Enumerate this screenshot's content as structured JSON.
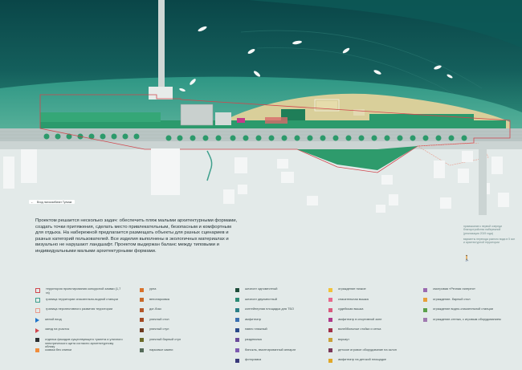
{
  "map_label": "Вход льнокомбинат Тульма",
  "description": "Проектом решается несколько задач: обеспечить пляж малыми архитектурными формами, создать точки притяжения, сделать место привлекательным, безопасным и комфортным для отдыха. На набережной предлагается размещать объекты для разных сценариев и разных категорий пользователей. Все изделия выполнены в экологичных материалах и визуально не нарушают ландшафт. Проектом выдержан баланс между типовыми и индивидуальными малыми архитектурными формами.",
  "side_notes": {
    "note1": "примыкание к первой очереди благоустройства набережной (реализация 2019 года)",
    "note2": "варианты перехода разного вида в 5 зон и архитектурной территории"
  },
  "colors": {
    "sea_deep": "#0b4f52",
    "sea_mid": "#1a706c",
    "sea_shallow": "#3fa08d",
    "sand": "#d9cf9a",
    "greenery": "#2b9a6c",
    "promenade": "#b9c5c4",
    "buildings": "#f3f5f5",
    "boundary": "#d0474e"
  },
  "legend": [
    {
      "icon": "outline-red-square",
      "color": "#d0474e",
      "label": "территория проектирования конкурсной заявки (1,7 га)"
    },
    {
      "icon": "outline-teal-square",
      "color": "#3fa08d",
      "label": "граница территории спасательно-водной станции"
    },
    {
      "icon": "outline-salmon-square",
      "color": "#e99a8c",
      "label": "граница перспективного развития территории"
    },
    {
      "icon": "blue-triangle",
      "color": "#1f74c9",
      "label": "желой вход"
    },
    {
      "icon": "red-triangle",
      "color": "#d0474e",
      "label": "заезд на участок"
    },
    {
      "icon": "black-square",
      "color": "#2b2f31",
      "label": "отделка фасадов существующего туалета и уличного электрического щита согласно архитектурному облику"
    },
    {
      "icon": "orange-square",
      "color": "#f08d3c",
      "label": "скамья без спинки"
    },
    {
      "icon": "dark-orange-square",
      "color": "#d9722b",
      "label": "урна"
    },
    {
      "icon": "brown-orange-square",
      "color": "#c96a2a",
      "label": "велопарковка"
    },
    {
      "icon": "deep-orange-square",
      "color": "#b4582a",
      "label": "дог-бокс"
    },
    {
      "icon": "rust-square",
      "color": "#a34a24",
      "label": "уличный стол"
    },
    {
      "icon": "dark-brown-square",
      "color": "#6e3a20",
      "label": "уличный стул"
    },
    {
      "icon": "olive-square",
      "color": "#6b6b2a",
      "label": "уличный барный стул"
    },
    {
      "icon": "grey-green-square",
      "color": "#556b5a",
      "label": "парковые камни"
    },
    {
      "icon": "forest-square",
      "color": "#1f4d3a",
      "label": "шезлонг одноместный"
    },
    {
      "icon": "teal-square",
      "color": "#2b8a74",
      "label": "шезлонг двухместный"
    },
    {
      "icon": "sea-square",
      "color": "#2a7f86",
      "label": "контейнерная площадка для ТБО"
    },
    {
      "icon": "blue-square",
      "color": "#3a6fb0",
      "label": "амфитеатр"
    },
    {
      "icon": "navy-square",
      "color": "#2a4a8a",
      "label": "навес пляжный"
    },
    {
      "icon": "purple-square",
      "color": "#6a4a9a",
      "label": "раздевалка"
    },
    {
      "icon": "violet-square",
      "color": "#7d5ab0",
      "label": "бинокль, вмонтированный аппарат"
    },
    {
      "icon": "indigo-square",
      "color": "#3a3a7a",
      "label": "фоторамка"
    },
    {
      "icon": "yellow-square",
      "color": "#f2c23a",
      "label": "ограждение низкое"
    },
    {
      "icon": "pink-square",
      "color": "#e86a8e",
      "label": "спасательная вышка"
    },
    {
      "icon": "rose-square",
      "color": "#d95a7e",
      "label": "судейская вышка"
    },
    {
      "icon": "magenta-square",
      "color": "#b03a8a",
      "label": "амфитеатр в спортивной зоне"
    },
    {
      "icon": "crimson-square",
      "color": "#a0304a",
      "label": "волейбольные стойки и сетка"
    },
    {
      "icon": "mustard-square",
      "color": "#c9a23a",
      "label": "воркаут"
    },
    {
      "icon": "plum-square",
      "color": "#7a3a5a",
      "label": "детское игровое оборудование на склон"
    },
    {
      "icon": "gold-square",
      "color": "#e0a82a",
      "label": "амфитеатр на детской площадке"
    },
    {
      "icon": "lilac-square",
      "color": "#9a6ab0",
      "label": "смотровая «Речная галерея»"
    },
    {
      "icon": "amber-square",
      "color": "#e8a03a",
      "label": "ограждение- барный стол"
    },
    {
      "icon": "green-square",
      "color": "#5aa04a",
      "label": "ограждение водно-спасательной станции"
    },
    {
      "icon": "mauve-square",
      "color": "#a07ab0",
      "label": "ограждение-стенка, с игровым оборудованием"
    }
  ]
}
